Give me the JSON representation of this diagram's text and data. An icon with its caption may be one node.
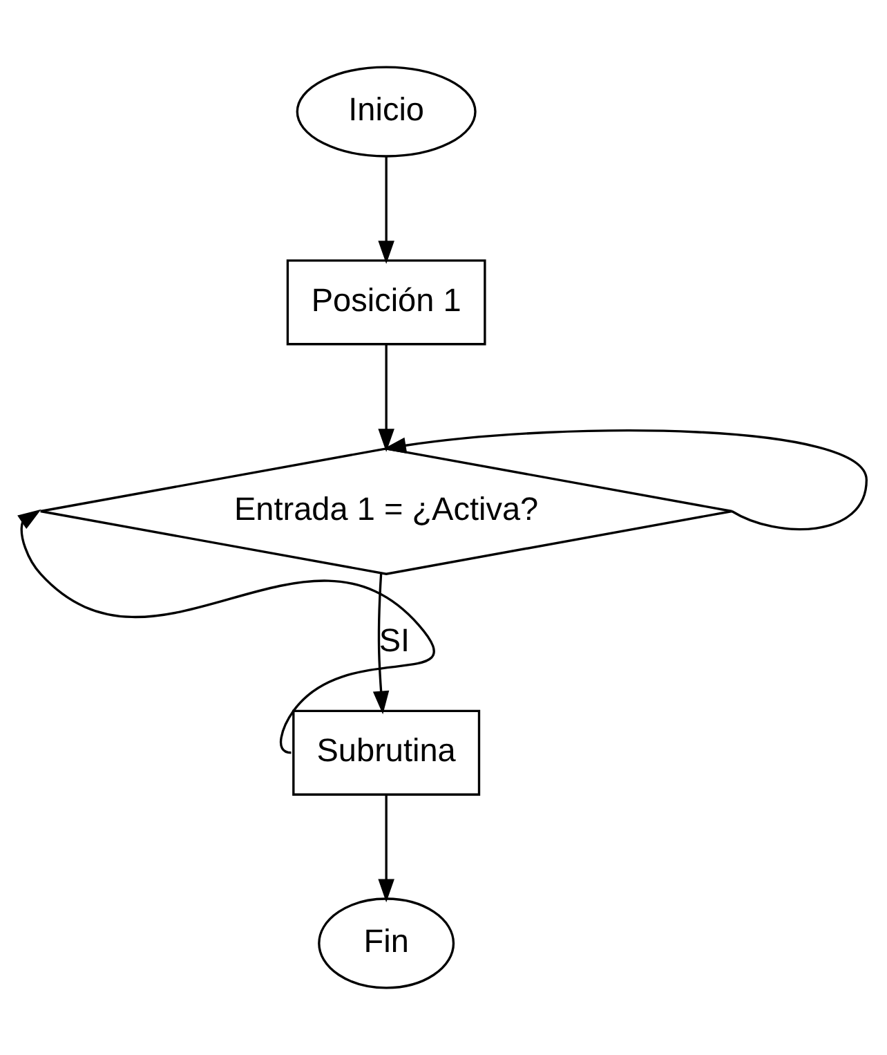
{
  "diagram": {
    "nodes": [
      {
        "text": [
          "Inicio"
        ]
      },
      {
        "text": [
          "Posición 1"
        ]
      },
      {
        "text": [
          "Entrada 1 = ¿Activa?"
        ]
      },
      {
        "text": [
          "Subrutina"
        ]
      },
      {
        "text": [
          "Fin"
        ]
      }
    ],
    "edges": [
      {
        "from": 0,
        "to": 1,
        "arrow": "to"
      },
      {
        "from": 1,
        "to": 2,
        "arrow": "to"
      },
      {
        "from": 2,
        "to": 3,
        "arrow": "to",
        "label": "SI"
      },
      {
        "from": 3,
        "to": 4,
        "arrow": "to"
      },
      {
        "from": 3,
        "to": 2,
        "arrow": "to"
      },
      {
        "from": 2,
        "to": 2,
        "arrow": "to"
      }
    ]
  }
}
